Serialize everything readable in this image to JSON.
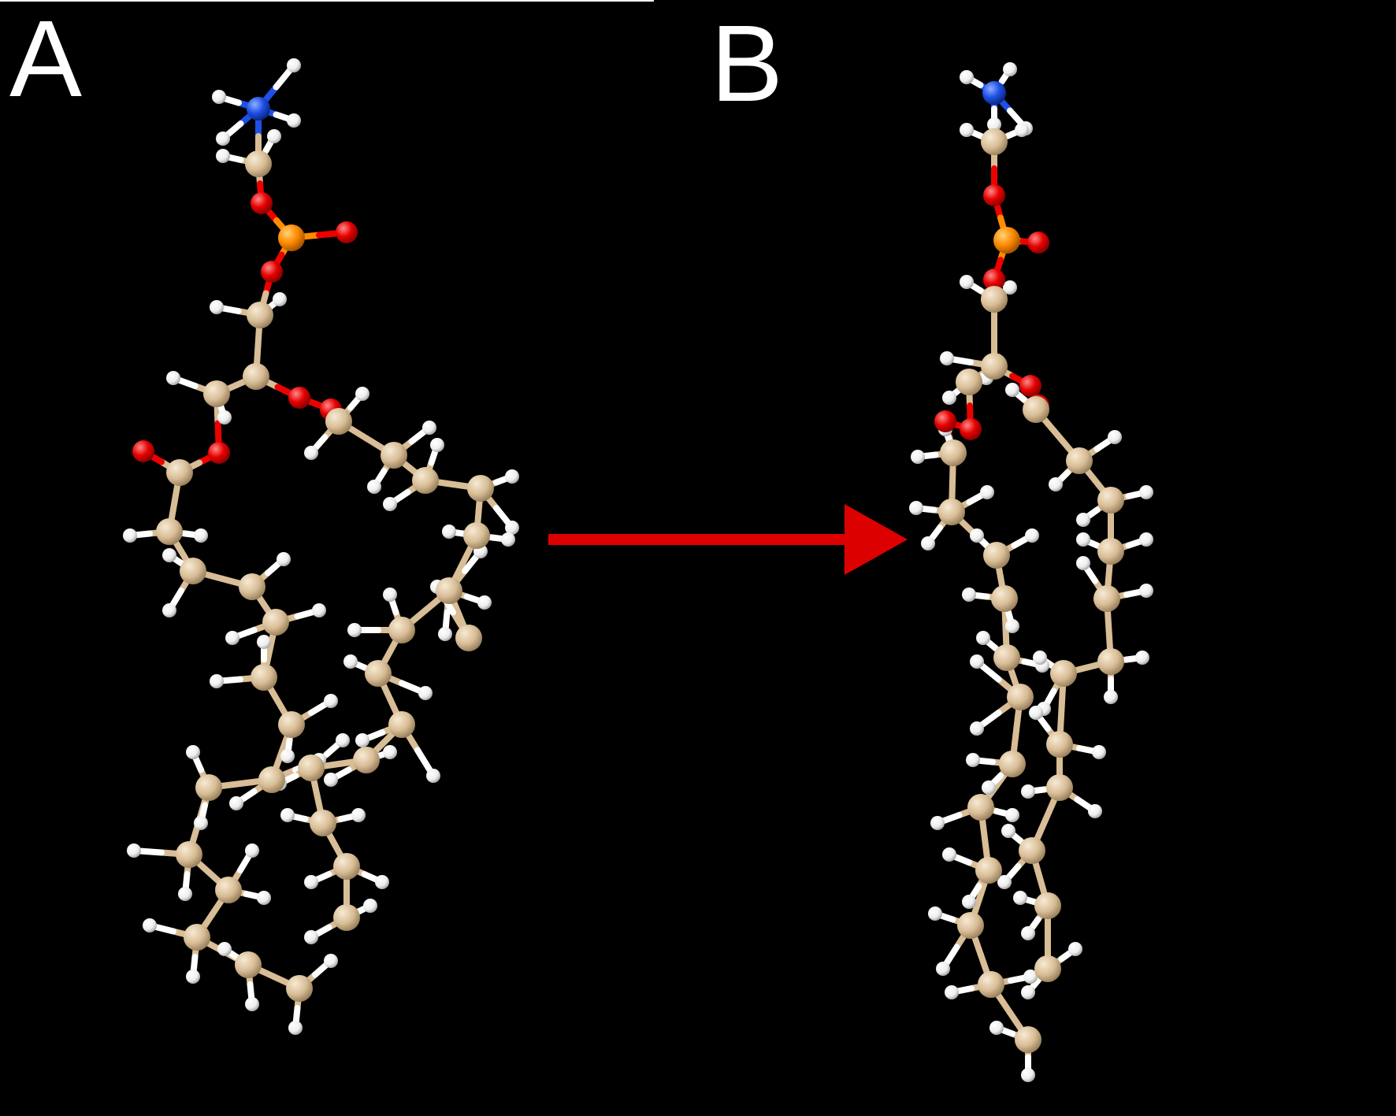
{
  "panels": [
    {
      "id": "A",
      "label": "A"
    },
    {
      "id": "B",
      "label": "B"
    }
  ],
  "arrow": {
    "color": "#dd0000"
  },
  "atom_colors": {
    "carbon": "#d8bd96",
    "hydrogen": "#ffffff",
    "oxygen": "#ee0000",
    "phosphorus": "#ff8c00",
    "nitrogen": "#1e50e6"
  }
}
